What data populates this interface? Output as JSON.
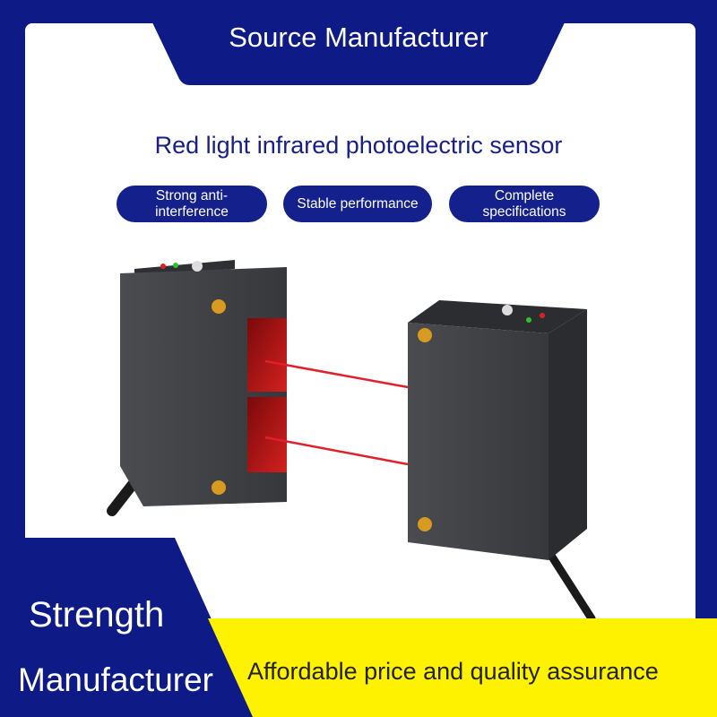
{
  "header": {
    "title": "Source Manufacturer"
  },
  "product": {
    "title": "Red light infrared photoelectric sensor"
  },
  "features": [
    {
      "label": "Strong anti-\ninterference"
    },
    {
      "label": "Stable performance"
    },
    {
      "label": "Complete\nspecifications"
    }
  ],
  "footer": {
    "line1": "Strength",
    "line2": "Manufacturer",
    "slogan": "Affordable price and quality assurance"
  },
  "colors": {
    "navy": "#0e1a86",
    "yellow": "#fff200",
    "laser": "#e0202a"
  }
}
